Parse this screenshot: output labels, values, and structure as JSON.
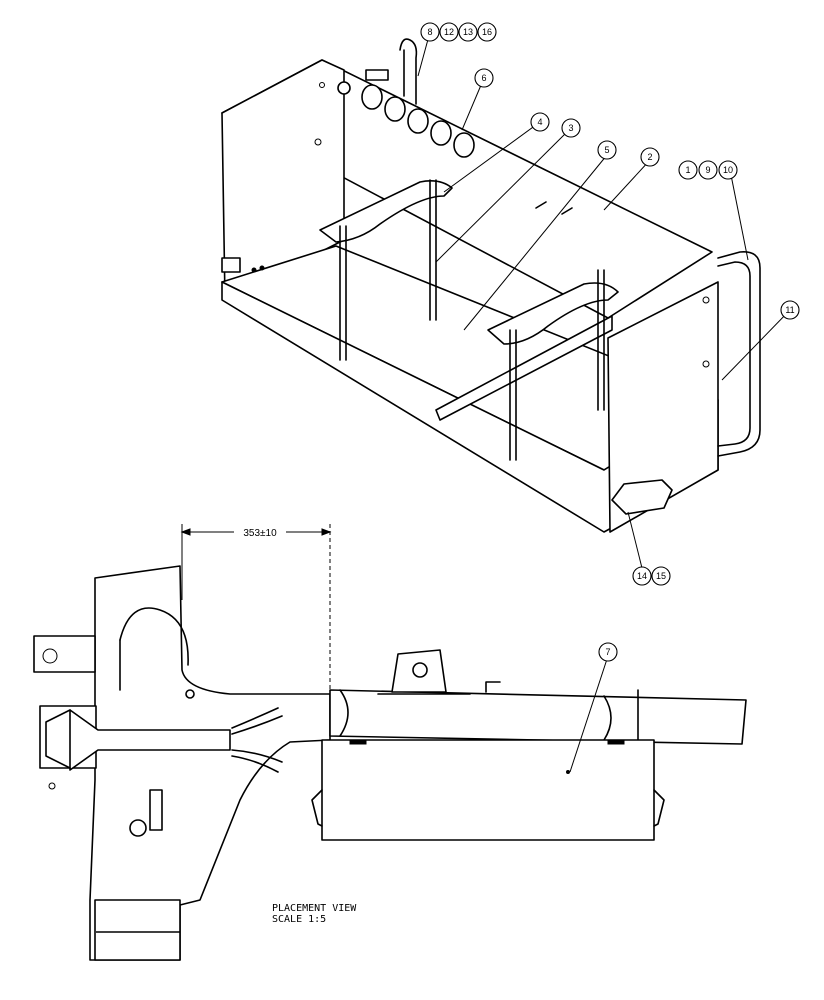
{
  "callouts": {
    "c8": "8",
    "c12": "12",
    "c13": "13",
    "c16": "16",
    "c6": "6",
    "c4": "4",
    "c3": "3",
    "c5": "5",
    "c2": "2",
    "c1": "1",
    "c9": "9",
    "c10": "10",
    "c11": "11",
    "c14": "14",
    "c15": "15",
    "c7": "7"
  },
  "dimension": {
    "value": "353±10"
  },
  "view": {
    "title": "PLACEMENT VIEW",
    "scale": "SCALE  1:5"
  }
}
